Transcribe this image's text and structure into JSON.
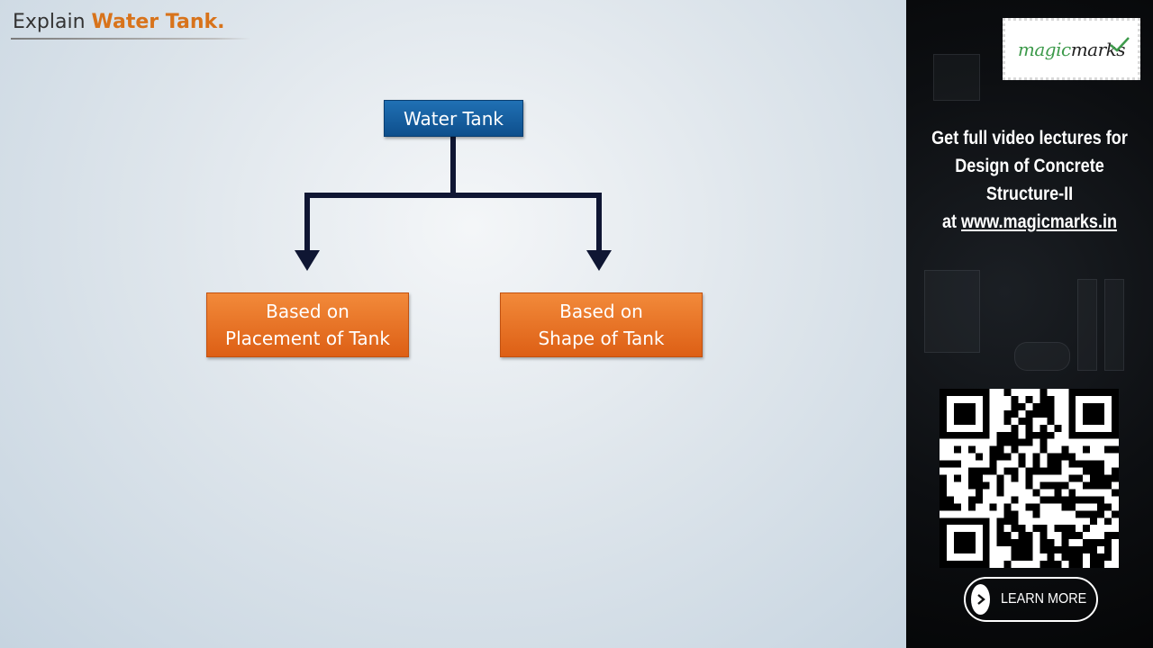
{
  "heading": {
    "prefix": "Explain ",
    "highlight": "Water Tank."
  },
  "diagram": {
    "root": "Water Tank",
    "children": [
      {
        "line1": "Based on",
        "line2": "Placement of Tank"
      },
      {
        "line1": "Based on",
        "line2": "Shape of Tank"
      }
    ]
  },
  "sidebar": {
    "logo": {
      "part1": "magic",
      "part2": "marks"
    },
    "promo": {
      "line1": "Get full video lectures for",
      "line2": "Design of Concrete",
      "line3": "Structure-II",
      "prefix": "at ",
      "link": "www.magicmarks.in"
    },
    "cta": {
      "label": "LEARN MORE",
      "icon": "chevron-right-icon"
    }
  },
  "colors": {
    "root_node": "#1565a8",
    "child_node": "#e8701f",
    "heading_highlight": "#d8731b",
    "logo_green": "#3d9a4b"
  }
}
